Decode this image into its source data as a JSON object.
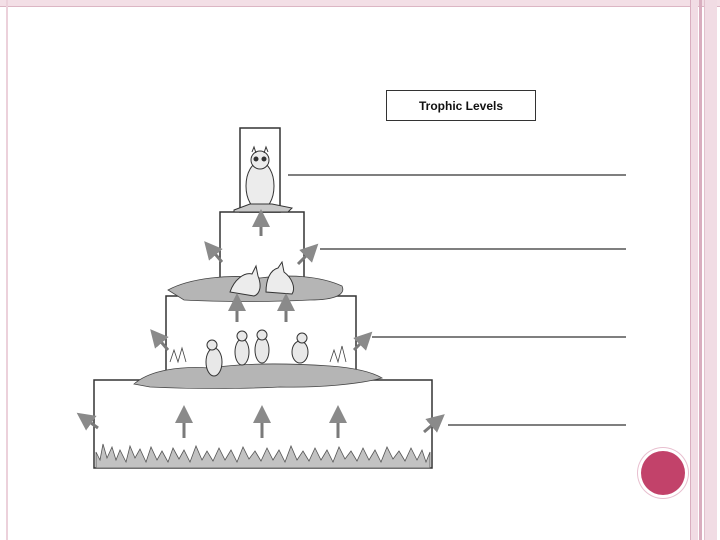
{
  "diagram": {
    "title": "Trophic Levels",
    "levels": [
      {
        "depicts": "owl",
        "label": ""
      },
      {
        "depicts": "foxes",
        "label": ""
      },
      {
        "depicts": "prairie-dogs",
        "label": ""
      },
      {
        "depicts": "grass",
        "label": ""
      }
    ]
  },
  "colors": {
    "accent_circle": "#c2426a",
    "stripe_light": "#f1dce4",
    "stripe_mid": "#d9aebf",
    "stroke": "#333333",
    "arrow": "#8a8a8a",
    "ground": "#b5b5b5"
  }
}
